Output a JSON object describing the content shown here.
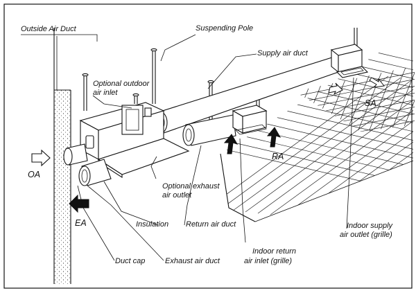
{
  "labels": {
    "outside_air_duct": "Outside Air Duct",
    "suspending_pole": "Suspending Pole",
    "supply_air_duct": "Supply air duct",
    "optional_outdoor_air_inlet_line1": "Optional outdoor",
    "optional_outdoor_air_inlet_line2": "air inlet",
    "sa": "SA",
    "ra": "RA",
    "oa": "OA",
    "ea": "EA",
    "optional_exhaust_air_outlet_line1": "Optional exhaust",
    "optional_exhaust_air_outlet_line2": "air outlet",
    "insulation": "Insulation",
    "return_air_duct": "Return air duct",
    "indoor_supply_line1": "Indoor supply",
    "indoor_supply_line2": "air outlet (grille)",
    "duct_cap": "Duct cap",
    "exhaust_air_duct": "Exhaust air duct",
    "indoor_return_line1": "Indoor return",
    "indoor_return_line2": "air inlet (grille)"
  }
}
